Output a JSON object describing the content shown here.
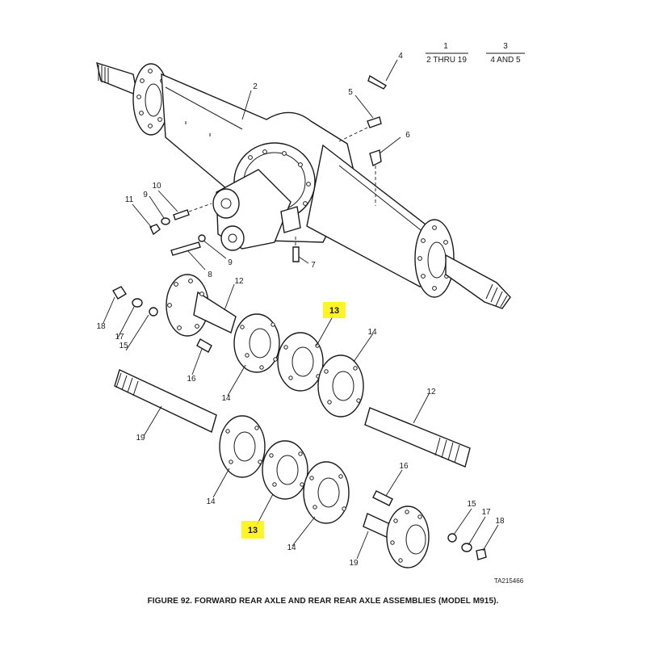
{
  "figure": {
    "caption": "FIGURE 92. FORWARD REAR AXLE AND REAR REAR AXLE ASSEMBLIES (MODEL M915).",
    "ref_code": "TA215466",
    "header": [
      {
        "number": "1",
        "range": "2 THRU 19"
      },
      {
        "number": "3",
        "range": "4 AND 5"
      }
    ]
  },
  "callouts": {
    "c2": "2",
    "c4": "4",
    "c5": "5",
    "c6": "6",
    "c7": "7",
    "c8": "8",
    "c9a": "9",
    "c9b": "9",
    "c10": "10",
    "c11": "11",
    "c12a": "12",
    "c12b": "12",
    "c13a": "13",
    "c13b": "13",
    "c14a": "14",
    "c14b": "14",
    "c14c": "14",
    "c14d": "14",
    "c15a": "15",
    "c15b": "15",
    "c16a": "16",
    "c16b": "16",
    "c17a": "17",
    "c17b": "17",
    "c18a": "18",
    "c18b": "18",
    "c19a": "19",
    "c19b": "19"
  },
  "highlight_color": "#fff200"
}
